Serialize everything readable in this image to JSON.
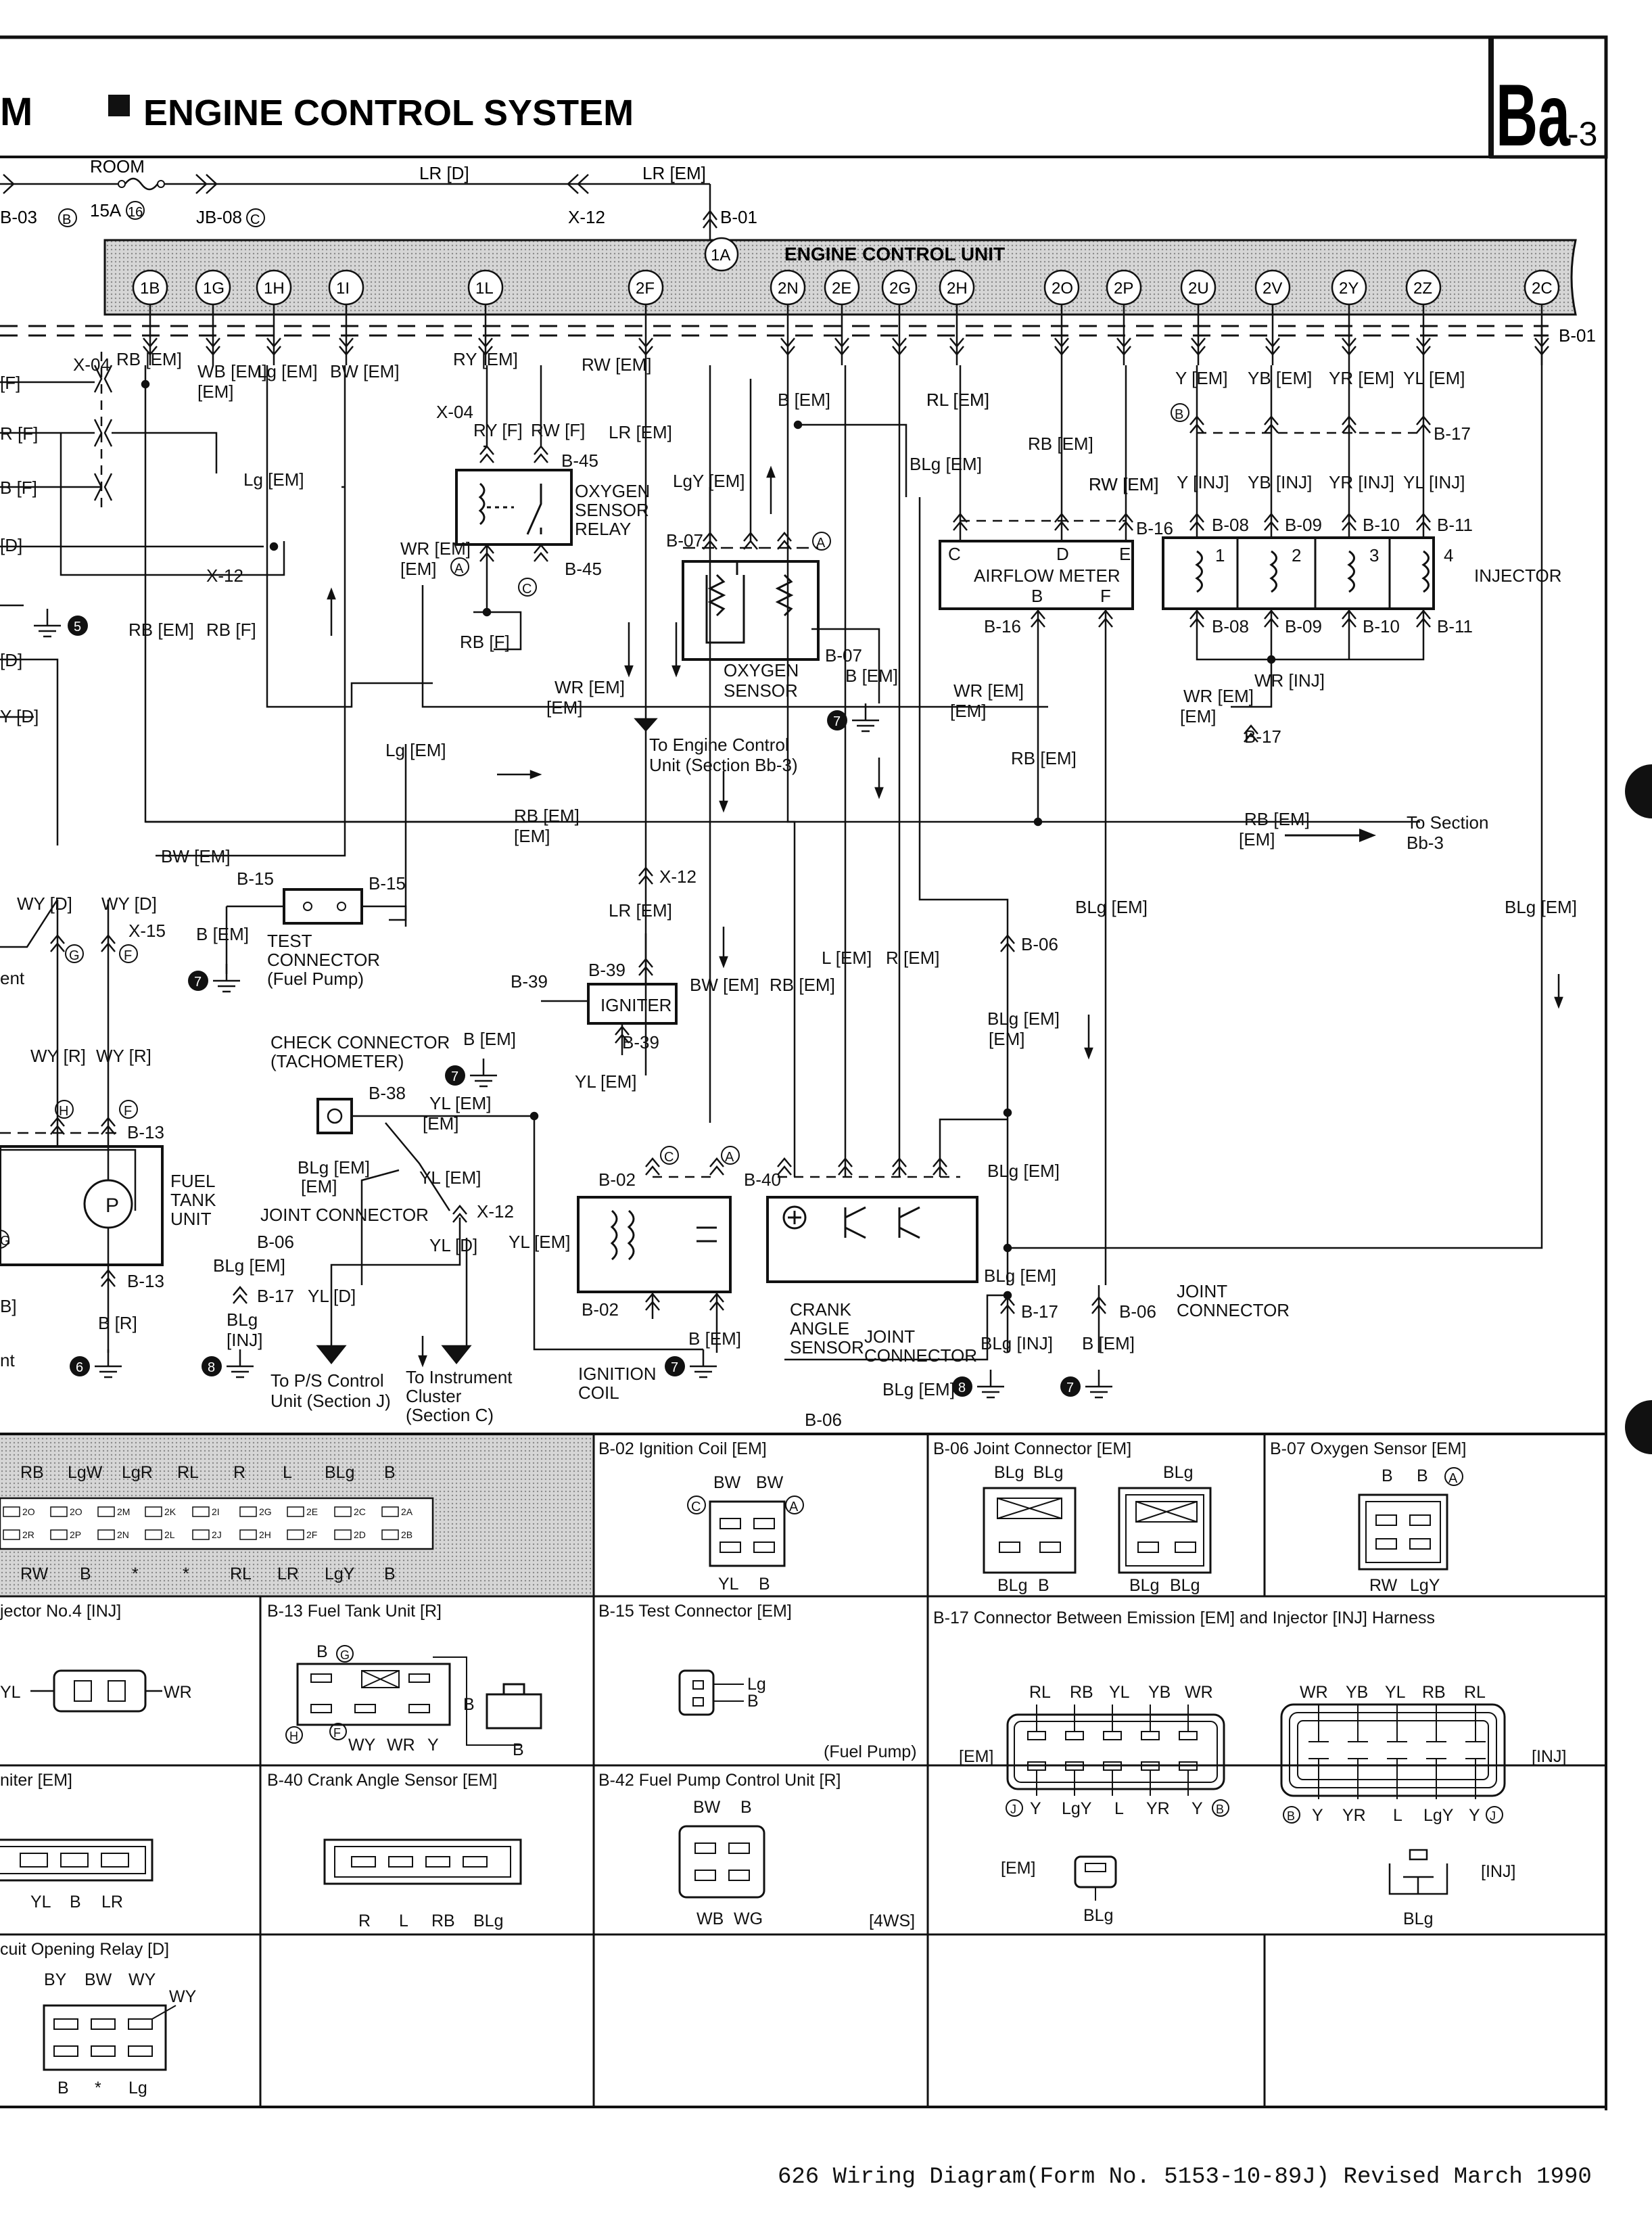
{
  "header": {
    "left_fragment": "M",
    "section_title": "ENGINE CONTROL SYSTEM",
    "page_code": "Ba",
    "page_suffix": "-3"
  },
  "top_feed": {
    "fuse_name": "ROOM",
    "fuse_rating": "15A",
    "fuse_no": "16",
    "jb_left": "B-03",
    "jb_left_tag": "B",
    "jb_right": "JB-08",
    "jb_right_tag": "C",
    "wire_lr_d": "LR [D]",
    "wire_lr_em": "LR [EM]",
    "x12": "X-12",
    "b01": "B-01"
  },
  "ecu": {
    "title": "ENGINE CONTROL UNIT",
    "power_pin": "1A",
    "pins": [
      "1B",
      "1G",
      "1H",
      "1I",
      "1L",
      "2F",
      "2N",
      "2E",
      "2G",
      "2H",
      "2O",
      "2P",
      "2U",
      "2V",
      "2Y",
      "2Z",
      "2C"
    ],
    "ground_label": "B-01"
  },
  "ecu_wires": [
    "RB [EM]",
    "WB [EM]",
    "Lg [EM]",
    "BW [EM]",
    "RY [EM]",
    "RW [EM]",
    "B [EM]",
    "RL [EM]",
    "RB [EM]",
    "RW [EM]",
    "Y [EM]",
    "YB [EM]",
    "YR [EM]",
    "YL [EM]"
  ],
  "left_edge": [
    "[F]",
    "R [F]",
    "B [F]",
    "[D]",
    "[D]",
    "Y [D]",
    "ent",
    "B]",
    "nt"
  ],
  "oxygen_relay": {
    "x04": "X-04",
    "wires_in": [
      "RY [F]",
      "RW [F]"
    ],
    "connector": "B-45",
    "name": [
      "OXYGEN",
      "SENSOR",
      "RELAY"
    ],
    "tag_a": "A",
    "tag_c": "C",
    "lower": "B-45",
    "rb_f": "RB [F]"
  },
  "left_region": {
    "x04": "X-04",
    "lg_em": "Lg [EM]",
    "x12": "X-12",
    "rb_em": "RB [EM]",
    "rb_f": "RB [F]",
    "wr_em": "WR [EM]",
    "lg_em2": "Lg [EM]",
    "bw_em": "BW [EM]",
    "lr_em": "LR [EM]",
    "rb_em_long": "RB [EM]",
    "wr_em_long": "WR [EM]"
  },
  "oxygen_sensor": {
    "lgy": "LgY [EM]",
    "b07": "B-07",
    "tag": "A",
    "name": [
      "OXYGEN",
      "SENSOR"
    ],
    "b07b": "B-07",
    "b_em": "B [EM]",
    "dest": [
      "To Engine Control",
      "Unit (Section Bb-3)"
    ]
  },
  "blg_em": "BLg [EM]",
  "airflow_meter": {
    "name": "AIRFLOW METER",
    "pins": [
      "C",
      "D",
      "E",
      "B",
      "F"
    ],
    "connector": "B-16",
    "lower": "B-16",
    "rl_em": "RL [EM]",
    "rb_em": "RB [EM]",
    "rw_em": "RW [EM]"
  },
  "injector": {
    "name": "INJECTOR",
    "tag_b": "B",
    "b17": "B-17",
    "wires": [
      "Y [INJ]",
      "YB [INJ]",
      "YR [INJ]",
      "YL [INJ]"
    ],
    "connectors_top": [
      "B-08",
      "B-09",
      "B-10",
      "B-11"
    ],
    "connectors_bottom": [
      "B-08",
      "B-09",
      "B-10",
      "B-11"
    ],
    "numbers": [
      "1",
      "2",
      "3",
      "4"
    ],
    "wr_inj": "WR [INJ]",
    "wr_em": "WR [EM]",
    "b17b": "B-17",
    "wr_em2": "WR [EM]"
  },
  "to_section": {
    "rb_em": "RB [EM]",
    "rb_em2": "RB [EM]",
    "dest": [
      "To Section",
      "Bb-3"
    ]
  },
  "blg_right": "BLg [EM]",
  "blg_mid": "BLg [EM]",
  "test_connector": {
    "b15_left": "B-15",
    "b15_right": "B-15",
    "b_em": "B [EM]",
    "name": [
      "TEST",
      "CONNECTOR",
      "(Fuel Pump)"
    ]
  },
  "fuel_tank": {
    "wy_d1": "WY [D]",
    "wy_d2": "WY [D]",
    "tag_g": "G",
    "tag_f": "F",
    "x15": "X-15",
    "wy_r1": "WY [R]",
    "wy_r2": "WY [R]",
    "tag_h": "H",
    "tag_f2": "F",
    "b13": "B-13",
    "pump": "P",
    "name": [
      "FUEL",
      "TANK",
      "UNIT"
    ],
    "b13b": "B-13",
    "b_r": "B [R]",
    "tag_g2": "G"
  },
  "igniter": {
    "b39": "B-39",
    "b39b": "B-39",
    "name": "IGNITER",
    "b39c": "B-39",
    "b_em": "B [EM]",
    "yl_em": "YL [EM]",
    "x12": "X-12",
    "lr_em": "LR [EM]",
    "bw_em": "BW [EM]",
    "rb_em": "RB [EM]"
  },
  "tach": {
    "name": [
      "CHECK CONNECTOR",
      "(TACHOMETER)"
    ],
    "b38": "B-38",
    "yl_em": "YL [EM]",
    "blg_em": "BLg [EM]",
    "yl_em2": "YL [EM]",
    "joint": "JOINT CONNECTOR",
    "b06": "B-06",
    "x12": "X-12",
    "blg_em2": "BLg [EM]",
    "b17": "B-17",
    "yl_d": "YL [D]",
    "yl_d2": "YL [D]",
    "blg_inj": "BLg [INJ]",
    "ps": [
      "To P/S Control",
      "Unit (Section J)"
    ],
    "ic": [
      "To Instrument",
      "Cluster",
      "(Section C)"
    ]
  },
  "ignition_coil": {
    "b02": "B-02",
    "tag_c": "C",
    "tag_a": "A",
    "b02b": "B-02",
    "yl_em": "YL [EM]",
    "name": [
      "IGNITION",
      "COIL"
    ],
    "b_em": "B [EM]"
  },
  "crank_sensor": {
    "b40": "B-40",
    "l_em": "L [EM]",
    "r_em": "R [EM]",
    "name": [
      "CRANK",
      "ANGLE",
      "SENSOR"
    ],
    "joint": [
      "JOINT",
      "CONNECTOR"
    ],
    "blg_em": "BLg [EM]",
    "b06": "B-06",
    "blg_em2": "BLg [EM]"
  },
  "right_bottom": {
    "b06": "B-06",
    "blg_em": "BLg [EM]",
    "blg_em2": "BLg [EM]",
    "b17": "B-17",
    "blg_inj": "BLg [INJ]",
    "b06b": "B-06",
    "b_em": "B [EM]",
    "joint": [
      "JOINT",
      "CONNECTOR"
    ]
  },
  "grounds": [
    "5",
    "7",
    "7",
    "7",
    "6",
    "8",
    "7",
    "8",
    "7"
  ],
  "table": {
    "ecu_conn": {
      "top": [
        "RB",
        "LgW",
        "LgR",
        "RL",
        "R",
        "L",
        "BLg",
        "B"
      ],
      "row1": [
        "2O",
        "2O",
        "2M",
        "2K",
        "2I",
        "2G",
        "2E",
        "2C",
        "2A"
      ],
      "row2": [
        "2R",
        "2P",
        "2N",
        "2L",
        "2J",
        "2H",
        "2F",
        "2D",
        "2B"
      ],
      "bottom": [
        "RW",
        "B",
        "*",
        "*",
        "RL",
        "LR",
        "LgY",
        "B"
      ]
    },
    "b02": {
      "title": "B-02 Ignition Coil [EM]",
      "top": [
        "BW",
        "BW"
      ],
      "tags": [
        "C",
        "A"
      ],
      "bottom": [
        "YL",
        "B"
      ]
    },
    "b06": {
      "title": "B-06 Joint Connector [EM]",
      "left_top": [
        "BLg",
        "BLg"
      ],
      "right_top": "BLg",
      "left_bottom": [
        "BLg",
        "B"
      ],
      "right_bottom": [
        "BLg",
        "BLg"
      ]
    },
    "b07": {
      "title": "B-07 Oxygen Sensor [EM]",
      "top": [
        "B",
        "B"
      ],
      "tag": "A",
      "bottom": [
        "RW",
        "LgY"
      ]
    },
    "inj4": {
      "title": "jector No.4 [INJ]",
      "left": "YL",
      "right": "WR"
    },
    "b13": {
      "title": "B-13 Fuel Tank Unit [R]",
      "tags": [
        "G",
        "H",
        "F"
      ],
      "bottom": [
        "WY",
        "WR",
        "Y"
      ],
      "b_label": "B",
      "b_label2": "B",
      "b_top": "B"
    },
    "b15": {
      "title": "B-15 Test Connector [EM]",
      "right": [
        "Lg",
        "B"
      ],
      "note": "(Fuel Pump)"
    },
    "b17": {
      "title": "B-17 Connector Between Emission [EM] and Injector [INJ] Harness",
      "em_top": [
        "RL",
        "RB",
        "YL",
        "YB",
        "WR"
      ],
      "em_bottom": [
        "Y",
        "LgY",
        "L",
        "YR",
        "Y"
      ],
      "em_tags": [
        "J",
        "B"
      ],
      "inj_top": [
        "WR",
        "YB",
        "YL",
        "RB",
        "RL"
      ],
      "inj_bottom": [
        "Y",
        "YR",
        "L",
        "LgY",
        "Y"
      ],
      "inj_tags": [
        "B",
        "J"
      ],
      "em": "[EM]",
      "inj": "[INJ]",
      "em_small": "[EM]",
      "inj_small": "[INJ]",
      "blg1": "BLg",
      "blg2": "BLg"
    },
    "igniter": {
      "title": "niter [EM]",
      "bottom": [
        "YL",
        "B",
        "LR"
      ]
    },
    "b40": {
      "title": "B-40 Crank Angle Sensor [EM]",
      "bottom": [
        "R",
        "L",
        "RB",
        "BLg"
      ]
    },
    "b42": {
      "title": "B-42 Fuel Pump Control Unit [R]",
      "top": [
        "BW",
        "B"
      ],
      "bottom": [
        "WB",
        "WG"
      ],
      "note": "[4WS]"
    },
    "cor": {
      "title": "cuit Opening Relay [D]",
      "top": [
        "BY",
        "BW",
        "WY"
      ],
      "wy": "WY",
      "bottom": [
        "B",
        "*",
        "Lg"
      ]
    }
  },
  "footer": "626 Wiring Diagram(Form No. 5153-10-89J)  Revised March 1990"
}
